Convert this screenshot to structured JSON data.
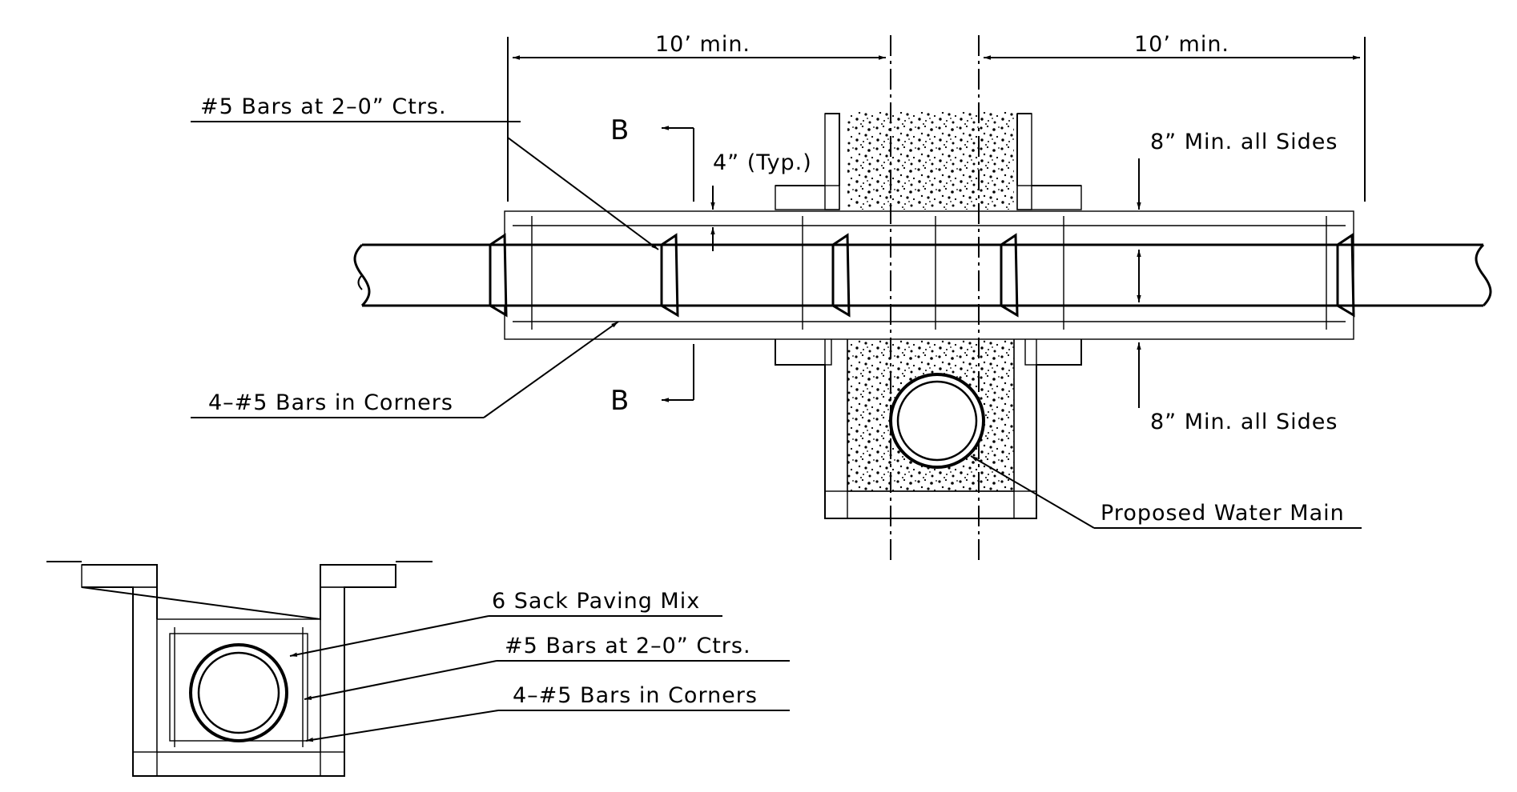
{
  "labels": {
    "dim_left": "10’ min.",
    "dim_right": "10’ min.",
    "bars_top": "#5 Bars at 2–0” Ctrs.",
    "section_b_top": "B",
    "section_b_bottom": "B",
    "typ_4in": "4” (Typ.)",
    "min_sides_top": "8” Min. all Sides",
    "min_sides_bottom": "8” Min. all Sides",
    "bars_corners_top": "4–#5 Bars in Corners",
    "water_main": "Proposed Water Main",
    "paving_mix": "6 Sack Paving Mix",
    "bars_section": "#5 Bars at 2–0” Ctrs.",
    "bars_corners_section": "4–#5 Bars in Corners"
  }
}
